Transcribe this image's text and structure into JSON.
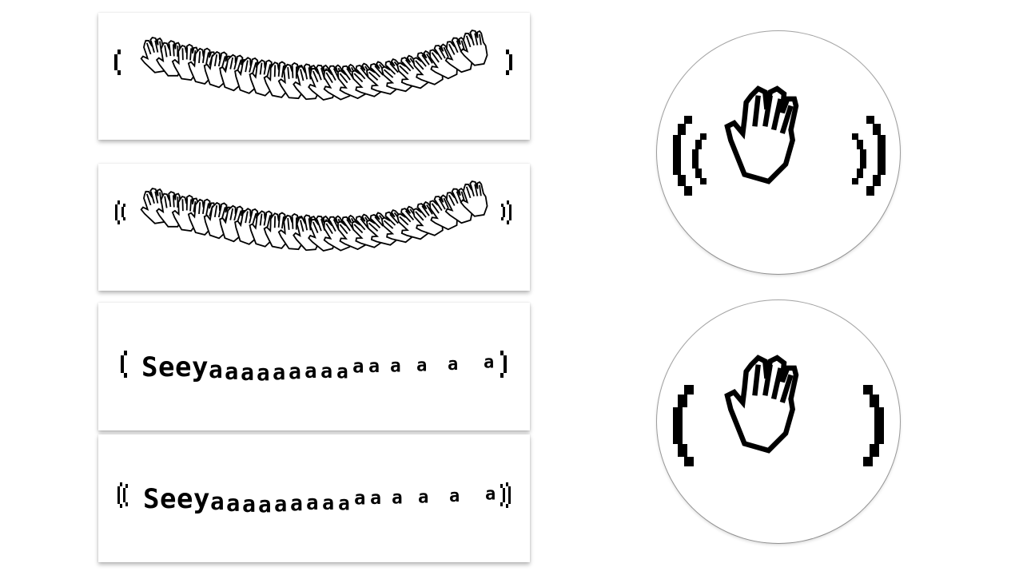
{
  "banners": [
    {
      "id": "banner-1",
      "kind": "hands-trail",
      "brackets": "single",
      "open": "(",
      "close": ")"
    },
    {
      "id": "banner-2",
      "kind": "hands-trail",
      "brackets": "double",
      "open": "((",
      "close": "))"
    },
    {
      "id": "banner-3",
      "kind": "text-trail",
      "brackets": "single",
      "open": "(",
      "close": ")",
      "text": "Seeyaaaaaaaaaaaaaaa"
    },
    {
      "id": "banner-4",
      "kind": "text-trail",
      "brackets": "double",
      "open": "((",
      "close": "))",
      "text": "Seeyaaaaaaaaaaaaaaa"
    }
  ],
  "stickers": [
    {
      "id": "sticker-1",
      "icon": "waving-hand-icon",
      "brackets": "double"
    },
    {
      "id": "sticker-2",
      "icon": "waving-hand-icon",
      "brackets": "single"
    }
  ],
  "colors": {
    "ink": "#000000",
    "paper": "#ffffff"
  }
}
